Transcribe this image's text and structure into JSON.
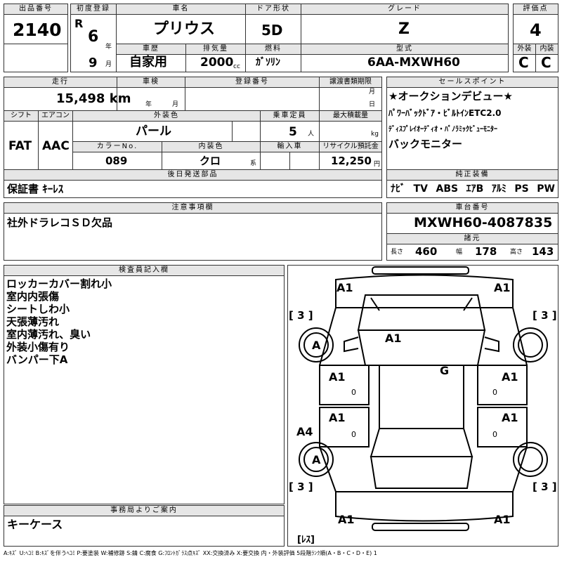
{
  "top": {
    "lot_no_label": "出品番号",
    "lot_no": "2140",
    "first_reg_label": "初度登録",
    "era": "R",
    "year": "6",
    "year_unit": "年",
    "month": "9",
    "month_unit": "月",
    "car_name_label": "車名",
    "car_name": "プリウス",
    "door_label": "ドア形状",
    "door": "5D",
    "grade_label": "グレード",
    "grade": "Z",
    "score_label": "評価点",
    "score": "4",
    "history_label": "車歴",
    "history": "自家用",
    "displacement_label": "排気量",
    "displacement": "2000",
    "displacement_unit": "cc",
    "fuel_label": "燃料",
    "fuel": "ｶﾞｿﾘﾝ",
    "model_label": "型式",
    "model": "6AA-MXWH60",
    "exterior_label": "外装",
    "exterior": "C",
    "interior_label": "内装",
    "interior": "C"
  },
  "mid": {
    "mileage_label": "走行",
    "mileage": "15,498 km",
    "inspection_label": "車検",
    "inspection_year_unit": "年",
    "inspection_month_unit": "月",
    "reg_no_label": "登録番号",
    "transfer_label": "譲渡書類期限",
    "transfer_month_unit": "月",
    "transfer_day_unit": "日",
    "shift_label": "シフト",
    "shift": "FAT",
    "ac_label": "エアコン",
    "ac": "AAC",
    "color_label": "外装色",
    "color": "パール",
    "capacity_label": "乗車定員",
    "capacity": "5",
    "capacity_unit": "人",
    "load_label": "最大積載量",
    "load_unit": "kg",
    "color_no_label": "カラーNo.",
    "color_no": "089",
    "interior_color_label": "内装色",
    "interior_color": "クロ",
    "interior_color_unit": "系",
    "import_label": "輸入車",
    "recycle_label": "リサイクル預託金",
    "recycle": "12,250",
    "recycle_unit": "円",
    "later_parts_label": "後日発送部品",
    "later_parts": "保証書 ｷｰﾚｽ"
  },
  "sales": {
    "label": "セールスポイント",
    "lines": [
      "★オークションデビュー★",
      "ﾊﾟﾜｰﾊﾞｯｸﾄﾞｱ・ﾋﾞﾙﾄｲﾝETC2.0",
      "ﾃﾞｨｽﾌﾟﾚｲｵｰﾃﾞｨｵ・ﾊﾟﾉﾗﾐｯｸﾋﾞｭｰﾓﾆﾀｰ",
      "バックモニター"
    ]
  },
  "equipment": {
    "label": "純正装備",
    "items": [
      "ﾅﾋﾞ",
      "TV",
      "ABS",
      "ｴｱB",
      "ｱﾙﾐ",
      "PS",
      "PW"
    ]
  },
  "notes": {
    "label": "注意事項欄",
    "text": "社外ドラレコＳＤ欠品"
  },
  "chassis": {
    "label": "車台番号",
    "number": "MXWH60-4087835",
    "spec_label": "諸元",
    "length_label": "長さ",
    "length": "460",
    "width_label": "幅",
    "width": "178",
    "height_label": "高さ",
    "height": "143"
  },
  "inspector": {
    "label": "検査員記入欄",
    "lines": [
      "ロッカーカバー割れ小",
      "室内内張傷",
      "シートしわ小",
      "天張薄汚れ",
      "室内薄汚れ、臭い",
      "外装小傷有り",
      "バンパー下A"
    ]
  },
  "office": {
    "label": "事務局よりご案内",
    "text": "キーケース"
  },
  "diagram": {
    "marks": {
      "front_left": "A1",
      "front_right": "A1",
      "hood": "A1",
      "windshield": "G",
      "front_door_left": "A1",
      "front_door_right": "A1",
      "rear_door_left": "A1",
      "rear_door_right": "A1",
      "rocker_left": "A4",
      "wheel_fl": "A",
      "wheel_rl": "A",
      "rear_left": "A1",
      "rear_right": "A1",
      "door_zero": "0"
    },
    "tires": {
      "fl": "[ 3 ]",
      "fr": "[ 3 ]",
      "rl": "[ 3 ]",
      "rr": "[ 3 ]",
      "spare": "[ﾚｽ]"
    }
  },
  "legend": "A:ｷｽﾞ U:ﾍｺﾐ B:ｷｽﾞを伴うﾍｺﾐ P:要塗装 W:補修跡 S:錆 C:腐食 G:ﾌﾛﾝﾄｶﾞﾗｽ点ｷｽﾞ XX:交換済み X:要交換 内・外装評価 5段階ﾗﾝｸ順(A・B・C・D・E) 1"
}
